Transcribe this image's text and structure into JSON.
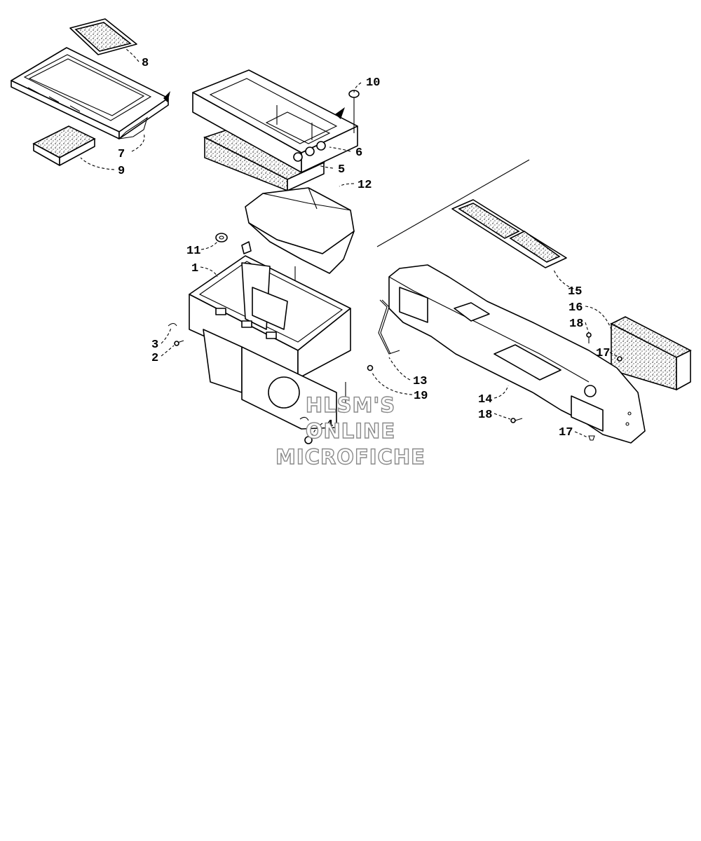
{
  "callouts": {
    "c1": "1",
    "c2": "2",
    "c3": "3",
    "c4": "4",
    "c5": "5",
    "c6": "6",
    "c7": "7",
    "c8": "8",
    "c9": "9",
    "c10": "10",
    "c11": "11",
    "c12": "12",
    "c13": "13",
    "c14": "14",
    "c15": "15",
    "c16": "16",
    "c17a": "17",
    "c17b": "17",
    "c18a": "18",
    "c18b": "18",
    "c19": "19"
  },
  "watermark": {
    "line1": "HLSM'S",
    "line2": "ONLINE",
    "line3": "MICROFICHE"
  }
}
